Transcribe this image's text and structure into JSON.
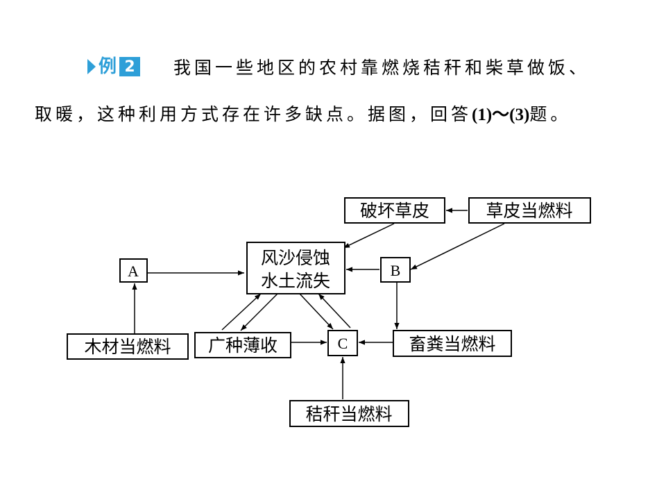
{
  "header": {
    "badge_word": "例",
    "badge_num": "2",
    "line1": "我国一些地区的农村靠燃烧秸秆和柴草做饭、",
    "line2_a": "取暖，这种利用方式存在许多缺点。据图，回答",
    "line2_b": "(1)～(3)",
    "line2_c": "题。"
  },
  "diagram": {
    "center_line1": "风沙侵蚀",
    "center_line2": "水土流失",
    "node_a": "A",
    "node_b": "B",
    "node_c": "C",
    "pasture_damage": "破坏草皮",
    "turf_fuel": "草皮当燃料",
    "wood_fuel": "木材当燃料",
    "extensive_farming": "广种薄收",
    "manure_fuel": "畜粪当燃料",
    "straw_fuel": "秸秆当燃料"
  }
}
